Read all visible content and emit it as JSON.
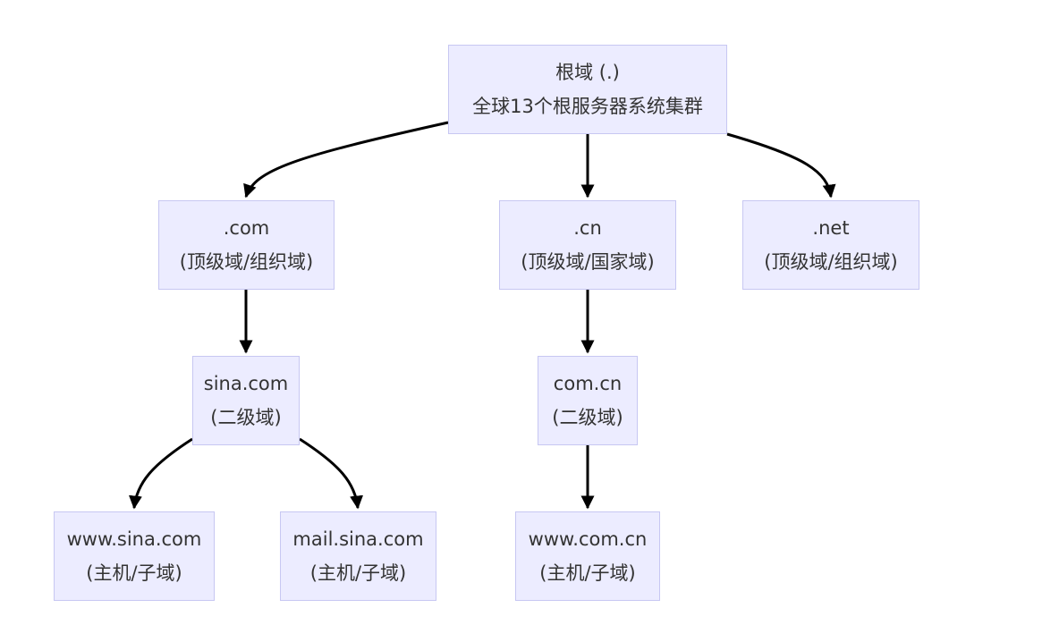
{
  "nodes": {
    "root": {
      "title": "根域 (.)",
      "subtitle": "全球13个根服务器系统集群"
    },
    "com": {
      "title": ".com",
      "subtitle": "(顶级域/组织域)"
    },
    "cn": {
      "title": ".cn",
      "subtitle": "(顶级域/国家域)"
    },
    "net": {
      "title": ".net",
      "subtitle": "(顶级域/组织域)"
    },
    "sina": {
      "title": "sina.com",
      "subtitle": "(二级域)"
    },
    "comcn": {
      "title": "com.cn",
      "subtitle": "(二级域)"
    },
    "www": {
      "title": "www.sina.com",
      "subtitle": "(主机/子域)"
    },
    "mail": {
      "title": "mail.sina.com",
      "subtitle": "(主机/子域)"
    },
    "wwwcn": {
      "title": "www.com.cn",
      "subtitle": "(主机/子域)"
    }
  },
  "edges": [
    {
      "from": "root",
      "to": "com"
    },
    {
      "from": "root",
      "to": "cn"
    },
    {
      "from": "root",
      "to": "net"
    },
    {
      "from": "com",
      "to": "sina"
    },
    {
      "from": "cn",
      "to": "comcn"
    },
    {
      "from": "sina",
      "to": "www"
    },
    {
      "from": "sina",
      "to": "mail"
    },
    {
      "from": "comcn",
      "to": "wwwcn"
    }
  ],
  "colors": {
    "node_fill": "#ececff",
    "node_border": "#c7c7f2",
    "edge": "#000000",
    "text": "#333333"
  }
}
